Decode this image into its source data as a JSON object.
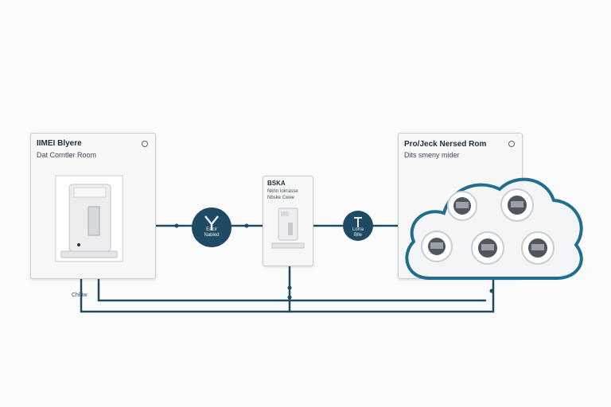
{
  "colors": {
    "primary": "#1f4a63",
    "cloud": "#1f6e8c",
    "line": "#1f4a63"
  },
  "left_card": {
    "title": "IIMEI Blyere",
    "subtitle": "Dat Corntler Room"
  },
  "middle_card": {
    "title": "BSKA",
    "line1": "Nkhn Iolrrasse",
    "line2": "Nbske Cwee"
  },
  "node_left": {
    "line1": "Eaclr",
    "line2": "Nabled"
  },
  "node_right": {
    "line1": "Lorra",
    "line2": "Blle"
  },
  "right_card": {
    "title": "Pro/Jeck Nersed Rom",
    "subtitle": "Dits smeny mider"
  },
  "bottom_label": "Chlriw",
  "icons": [
    "cloud-icon",
    "server-icon",
    "network-node-icon",
    "switch-icon",
    "meter-icon"
  ]
}
